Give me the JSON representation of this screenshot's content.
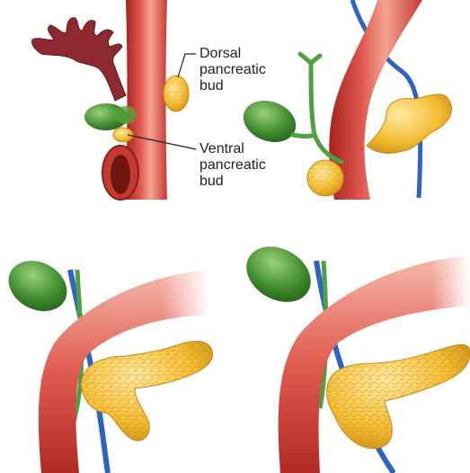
{
  "labels": {
    "dorsal": [
      "Dorsal",
      "pancreatic",
      "bud"
    ],
    "ventral": [
      "Ventral",
      "pancreatic",
      "bud"
    ]
  },
  "colors": {
    "duodenum": "#d94b45",
    "duodenum_highlight": "#f6b7ad",
    "pancreas": "#f0b92e",
    "pancreas_dark": "#c98a14",
    "gallbladder": "#3f8a2e",
    "bile_duct": "#4fa043",
    "vein": "#2f64c4",
    "liver": "#8e2a2f",
    "aorta": "#b9342d",
    "leader_line": "#222222"
  }
}
